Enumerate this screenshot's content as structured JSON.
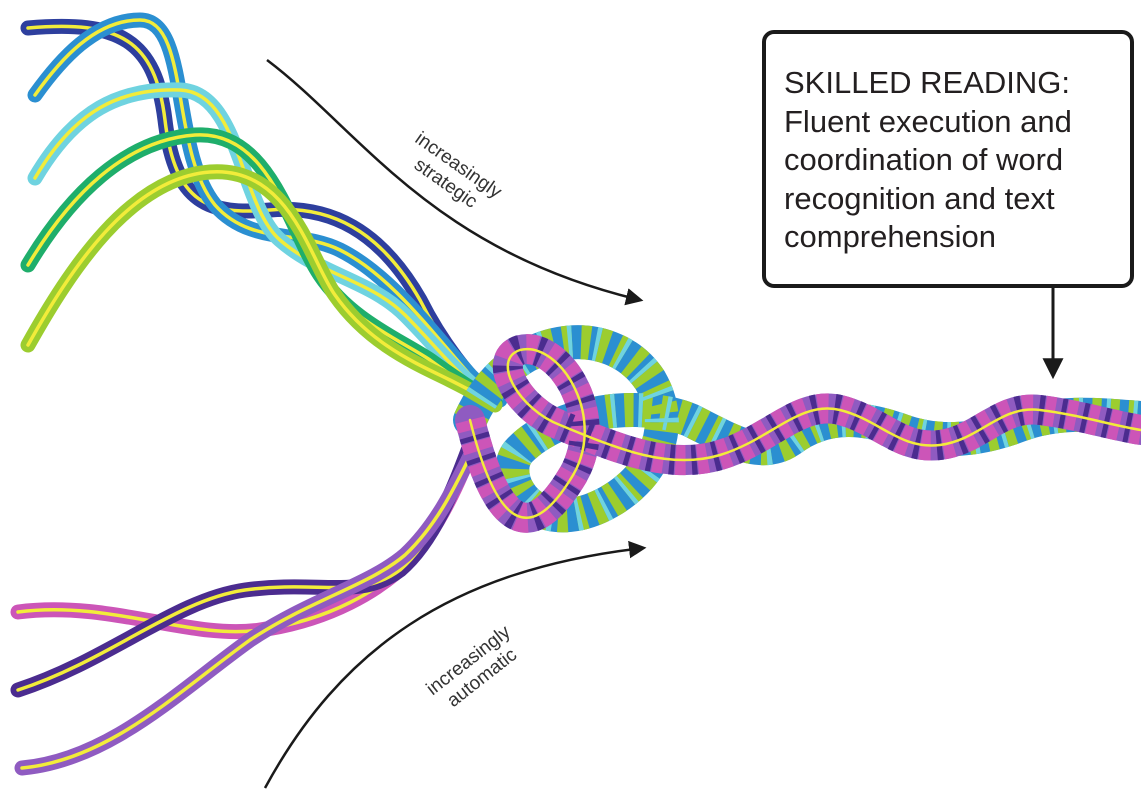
{
  "callout": {
    "lines": [
      "SKILLED READING:",
      "Fluent execution and",
      "coordination of word",
      "recognition and text",
      "comprehension"
    ]
  },
  "arrows": {
    "strategic": {
      "line1": "increasingly",
      "line2": "strategic"
    },
    "automatic": {
      "line1": "increasingly",
      "line2": "automatic"
    }
  },
  "colors": {
    "background": "#ffffff",
    "text": "#231f20",
    "arrow": "#1a1a1a",
    "strand_center_stripe": "#f2ec3a",
    "upper_strands": [
      "#2e3f9e",
      "#2b8fd1",
      "#6fd3e0",
      "#1fae6b",
      "#9ccd2f"
    ],
    "lower_strands": [
      "#4b2c8f",
      "#cc55b8",
      "#8f5bc1"
    ]
  }
}
